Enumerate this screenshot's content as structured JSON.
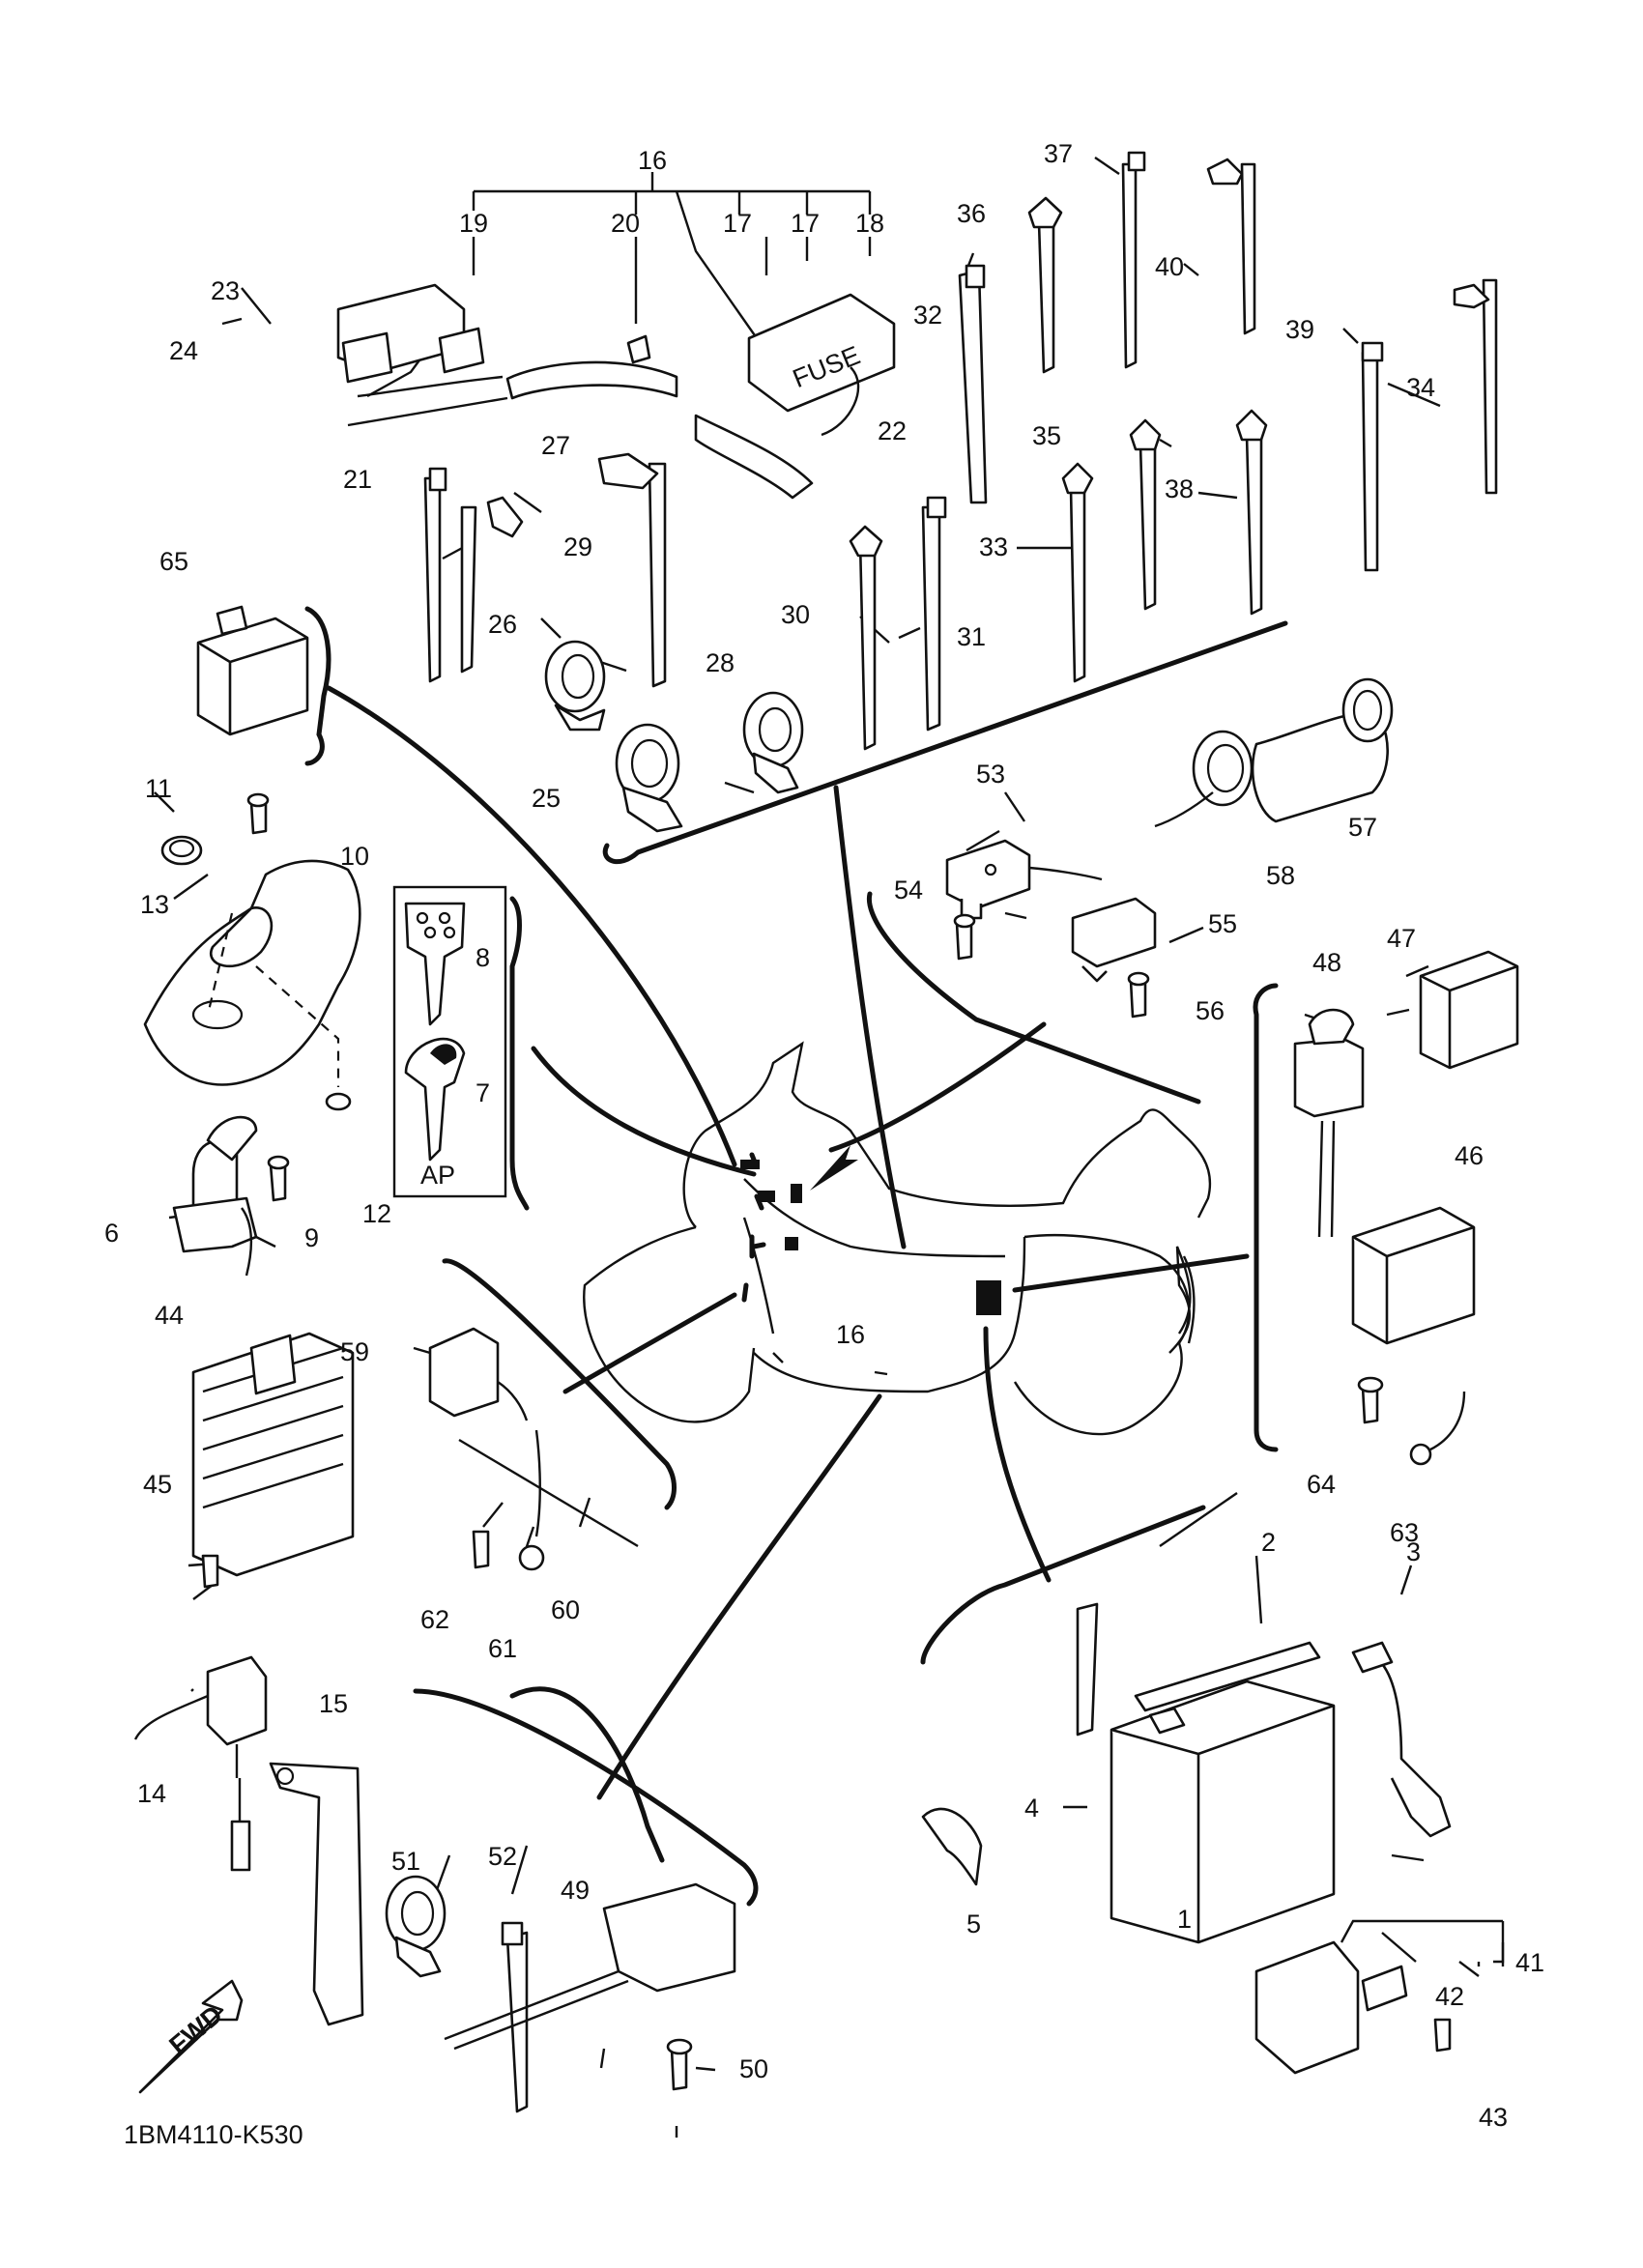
{
  "callouts": [
    {
      "id": "1",
      "text": "1"
    },
    {
      "id": "2",
      "text": "2"
    },
    {
      "id": "3",
      "text": "3"
    },
    {
      "id": "4",
      "text": "4"
    },
    {
      "id": "5",
      "text": "5"
    },
    {
      "id": "6",
      "text": "6"
    },
    {
      "id": "7",
      "text": "7"
    },
    {
      "id": "8",
      "text": "8"
    },
    {
      "id": "9",
      "text": "9"
    },
    {
      "id": "10",
      "text": "10"
    },
    {
      "id": "11",
      "text": "11"
    },
    {
      "id": "12",
      "text": "12"
    },
    {
      "id": "13",
      "text": "13"
    },
    {
      "id": "14",
      "text": "14"
    },
    {
      "id": "15",
      "text": "15"
    },
    {
      "id": "16",
      "text": "16"
    },
    {
      "id": "16b",
      "text": "16"
    },
    {
      "id": "17",
      "text": "17"
    },
    {
      "id": "17b",
      "text": "17"
    },
    {
      "id": "18",
      "text": "18"
    },
    {
      "id": "19",
      "text": "19"
    },
    {
      "id": "20",
      "text": "20"
    },
    {
      "id": "21",
      "text": "21"
    },
    {
      "id": "22",
      "text": "22"
    },
    {
      "id": "23",
      "text": "23"
    },
    {
      "id": "24",
      "text": "24"
    },
    {
      "id": "25",
      "text": "25"
    },
    {
      "id": "26",
      "text": "26"
    },
    {
      "id": "27",
      "text": "27"
    },
    {
      "id": "28",
      "text": "28"
    },
    {
      "id": "29",
      "text": "29"
    },
    {
      "id": "30",
      "text": "30"
    },
    {
      "id": "31",
      "text": "31"
    },
    {
      "id": "32",
      "text": "32"
    },
    {
      "id": "33",
      "text": "33"
    },
    {
      "id": "34",
      "text": "34"
    },
    {
      "id": "35",
      "text": "35"
    },
    {
      "id": "36",
      "text": "36"
    },
    {
      "id": "37",
      "text": "37"
    },
    {
      "id": "38",
      "text": "38"
    },
    {
      "id": "39",
      "text": "39"
    },
    {
      "id": "40",
      "text": "40"
    },
    {
      "id": "41",
      "text": "41"
    },
    {
      "id": "42",
      "text": "42"
    },
    {
      "id": "43",
      "text": "43"
    },
    {
      "id": "44",
      "text": "44"
    },
    {
      "id": "45",
      "text": "45"
    },
    {
      "id": "46",
      "text": "46"
    },
    {
      "id": "47",
      "text": "47"
    },
    {
      "id": "48",
      "text": "48"
    },
    {
      "id": "49",
      "text": "49"
    },
    {
      "id": "50",
      "text": "50"
    },
    {
      "id": "51",
      "text": "51"
    },
    {
      "id": "52",
      "text": "52"
    },
    {
      "id": "53",
      "text": "53"
    },
    {
      "id": "54",
      "text": "54"
    },
    {
      "id": "55",
      "text": "55"
    },
    {
      "id": "56",
      "text": "56"
    },
    {
      "id": "57",
      "text": "57"
    },
    {
      "id": "58",
      "text": "58"
    },
    {
      "id": "59",
      "text": "59"
    },
    {
      "id": "60",
      "text": "60"
    },
    {
      "id": "61",
      "text": "61"
    },
    {
      "id": "62",
      "text": "62"
    },
    {
      "id": "63",
      "text": "63"
    },
    {
      "id": "64",
      "text": "64"
    },
    {
      "id": "65",
      "text": "65"
    }
  ],
  "labels": {
    "fuse": "FUSE",
    "key_type": "AP",
    "direction": "FWD",
    "drawing_number": "1BM4110-K530"
  }
}
